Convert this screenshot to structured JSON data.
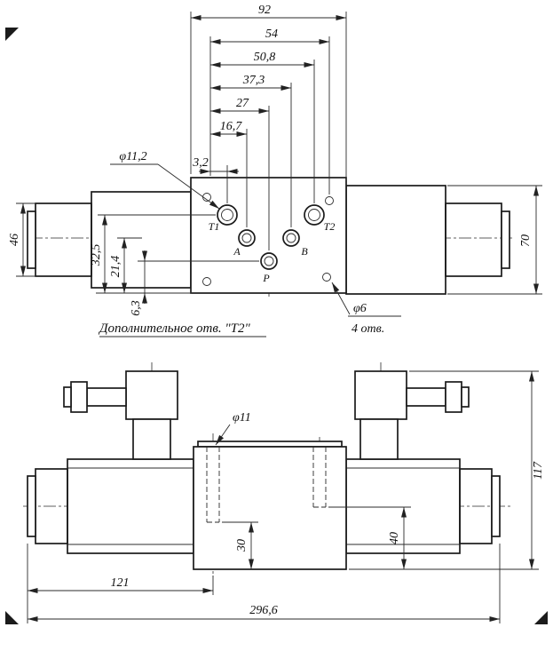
{
  "top_view": {
    "h_dims": {
      "d92": "92",
      "d54": "54",
      "d50_8": "50,8",
      "d37_3": "37,3",
      "d27": "27",
      "d16_7": "16,7",
      "d3_2": "3,2"
    },
    "v_dims": {
      "d46": "46",
      "d32_5": "32,5",
      "d21_4": "21,4",
      "d6_3": "6,3",
      "d70": "70"
    },
    "ports": {
      "t1": "T1",
      "a": "A",
      "p": "P",
      "b": "B",
      "t2": "T2"
    },
    "callouts": {
      "d11_2": "φ11,2",
      "d6": "φ6",
      "four_holes": "4 отв.",
      "note": "Дополнительное отв. \"Т2\""
    }
  },
  "bottom_view": {
    "dims": {
      "d11": "φ11",
      "d30": "30",
      "d40": "40",
      "d117": "117",
      "d121": "121",
      "d296_6": "296,6"
    }
  }
}
